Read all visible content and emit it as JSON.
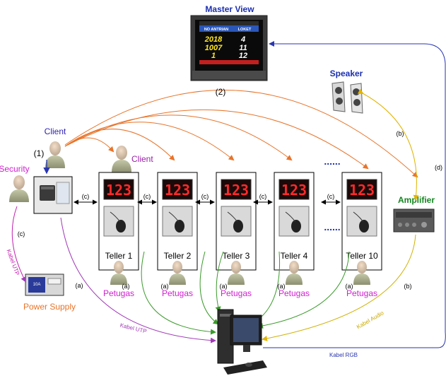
{
  "master_view": {
    "title": "Master View",
    "header_left": "NO ANTRIAN",
    "header_right": "LOKET",
    "rows": [
      {
        "queue": "2018",
        "counter": "4"
      },
      {
        "queue": "1007",
        "counter": "11"
      },
      {
        "queue": "1",
        "counter": "12"
      }
    ]
  },
  "speaker": {
    "label": "Speaker"
  },
  "amplifier": {
    "label": "Amplifier"
  },
  "client_top": {
    "label": "Client",
    "step": "(1)"
  },
  "client_waiting": {
    "label": "Client"
  },
  "security": {
    "label": "Security"
  },
  "power_supply": {
    "label": "Power Supply"
  },
  "broadcast_step": "(2)",
  "tellers": [
    {
      "name": "Teller 1",
      "display": "123",
      "officer": "Petugas",
      "link": "(a)"
    },
    {
      "name": "Teller 2",
      "display": "123",
      "officer": "Petugas",
      "link": "(a)"
    },
    {
      "name": "Teller 3",
      "display": "123",
      "officer": "Petugas",
      "link": "(a)"
    },
    {
      "name": "Teller 4",
      "display": "123",
      "officer": "Petugas",
      "link": "(a)"
    },
    {
      "name": "Teller 10",
      "display": "123",
      "officer": "Petugas",
      "link": "(a)"
    }
  ],
  "ellipsis": "......",
  "chain_link_label": "(c)",
  "links": {
    "kabel_utp_power": "Kabel UTP",
    "kabel_utp_pc": "Kabel UTP",
    "kabel_audio": "Kabel Audio",
    "kabel_rgb": "Kabel RGB",
    "power_label": "(c)",
    "printer_pc_label": "(a)",
    "speaker_amp_label": "(b)",
    "amp_pc_label": "(b)",
    "master_label": "(d)"
  },
  "colors": {
    "orange": "#e8742a",
    "green": "#3a9a2a",
    "purple": "#a23bb8",
    "yellow": "#e0b400",
    "blue": "#2a36b0",
    "magenta": "#d020d0",
    "red_led": "#ff2a2a"
  }
}
